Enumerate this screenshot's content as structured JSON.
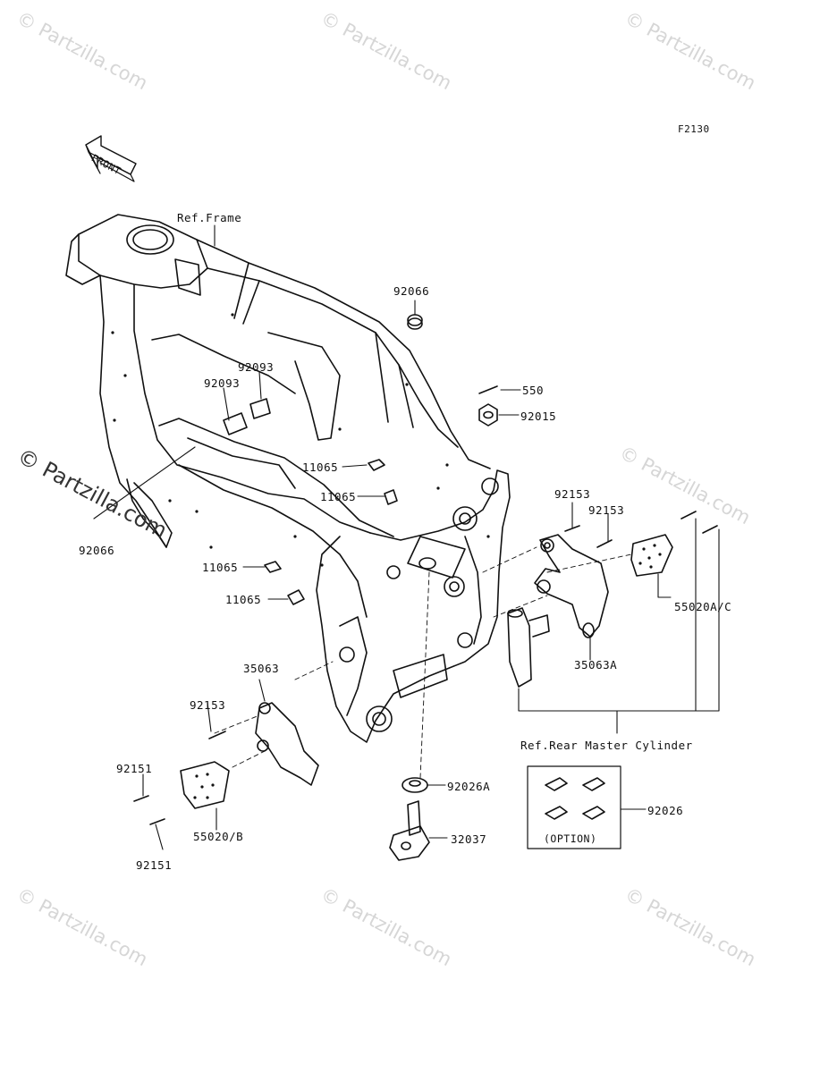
{
  "diagram_code": "F2130",
  "direction_arrow_text": "FRONT",
  "watermark_text": "© Partzilla.com",
  "ref_labels": {
    "frame": "Ref.Frame",
    "rear_master_cylinder": "Ref.Rear Master Cylinder"
  },
  "option_label": "(OPTION)",
  "callouts": {
    "c92066_top": "92066",
    "c92093_a": "92093",
    "c92093_b": "92093",
    "c550": "550",
    "c92015": "92015",
    "c11065_a": "11065",
    "c11065_b": "11065",
    "c11065_c": "11065",
    "c11065_d": "11065",
    "c92066_left": "92066",
    "c92153_a": "92153",
    "c92153_b": "92153",
    "c92153_c": "92153",
    "c55020AC": "55020A/C",
    "c35063A": "35063A",
    "c35063": "35063",
    "c92151_a": "92151",
    "c92151_b": "92151",
    "c55020B": "55020/B",
    "c92026A": "92026A",
    "c32037": "32037",
    "c92026": "92026"
  }
}
